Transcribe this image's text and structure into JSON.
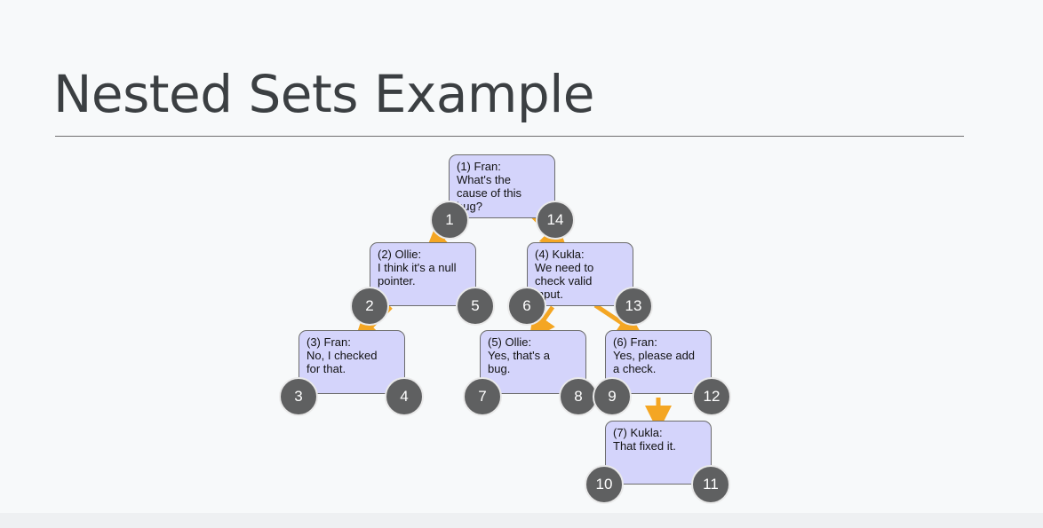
{
  "slide": {
    "title": "Nested Sets Example"
  },
  "tree": {
    "nodes": [
      {
        "id": 1,
        "author": "(1) Fran:",
        "lines": [
          "What's the",
          "cause of this",
          "bug?"
        ],
        "left": "1",
        "right": "14"
      },
      {
        "id": 2,
        "author": "(2) Ollie:",
        "lines": [
          "I think it's a null",
          "pointer."
        ],
        "left": "2",
        "right": "5"
      },
      {
        "id": 3,
        "author": "(3) Fran:",
        "lines": [
          "No, I checked",
          "for that."
        ],
        "left": "3",
        "right": "4"
      },
      {
        "id": 4,
        "author": "(4) Kukla:",
        "lines": [
          "We need to",
          "check valid",
          "input."
        ],
        "left": "6",
        "right": "13"
      },
      {
        "id": 5,
        "author": "(5) Ollie:",
        "lines": [
          "Yes, that's a",
          "bug."
        ],
        "left": "7",
        "right": "8"
      },
      {
        "id": 6,
        "author": "(6) Fran:",
        "lines": [
          "Yes, please add",
          "a check."
        ],
        "left": "9",
        "right": "12"
      },
      {
        "id": 7,
        "author": "(7) Kukla:",
        "lines": [
          "That fixed it."
        ],
        "left": "10",
        "right": "11"
      }
    ]
  },
  "colors": {
    "node_fill": "#d4d4fb",
    "circle_fill": "#5f6061",
    "arrow": "#f4a623",
    "title": "#3b3f42"
  }
}
